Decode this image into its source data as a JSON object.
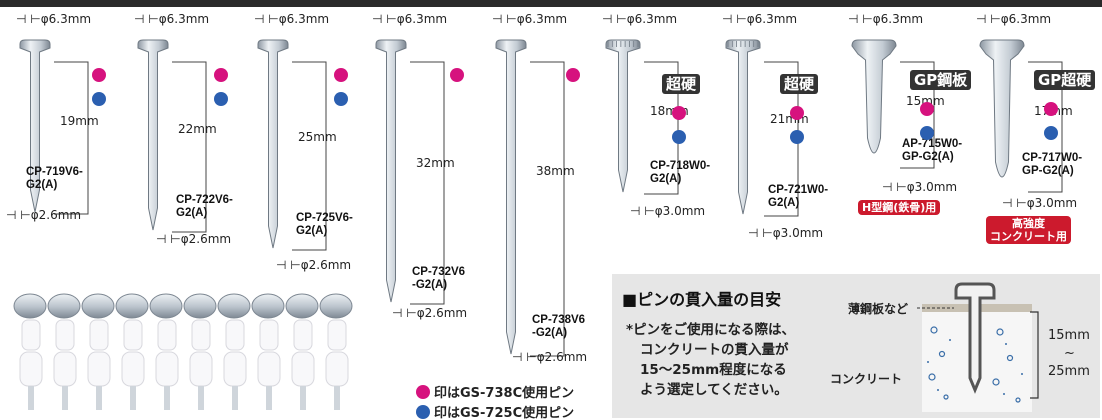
{
  "colors": {
    "dot_magenta": "#d6127e",
    "dot_blue": "#2b5fb0",
    "badge_dark": "#333333",
    "accent_red": "#cc1a2d",
    "steel_light": "#e4e9ee",
    "steel_dark": "#8d97a2",
    "panel_bg": "#e6e6e6"
  },
  "pins": [
    {
      "code": "CP-719V6-\nG2(A)",
      "head": "φ6.3mm",
      "length": "19mm",
      "shank": "φ2.6mm",
      "dots": [
        "magenta",
        "blue"
      ]
    },
    {
      "code": "CP-722V6-\nG2(A)",
      "head": "φ6.3mm",
      "length": "22mm",
      "shank": "φ2.6mm",
      "dots": [
        "magenta",
        "blue"
      ]
    },
    {
      "code": "CP-725V6-\nG2(A)",
      "head": "φ6.3mm",
      "length": "25mm",
      "shank": "φ2.6mm",
      "dots": [
        "magenta",
        "blue"
      ]
    },
    {
      "code": "CP-732V6\n-G2(A)",
      "head": "φ6.3mm",
      "length": "32mm",
      "shank": "φ2.6mm",
      "dots": [
        "magenta"
      ]
    },
    {
      "code": "CP-738V6\n-G2(A)",
      "head": "φ6.3mm",
      "length": "38mm",
      "shank": "φ2.6mm",
      "dots": [
        "magenta"
      ]
    },
    {
      "code": "CP-718W0-\nG2(A)",
      "head": "φ6.3mm",
      "length": "18mm",
      "shank": "φ3.0mm",
      "badge": "超硬",
      "dots": [
        "magenta",
        "blue"
      ]
    },
    {
      "code": "CP-721W0-\nG2(A)",
      "head": "φ6.3mm",
      "length": "21mm",
      "shank": "φ3.0mm",
      "badge": "超硬",
      "dots": [
        "magenta",
        "blue"
      ]
    },
    {
      "code": "AP-715W0-\nGP-G2(A)",
      "head": "φ6.3mm",
      "length": "15mm",
      "shank": "φ3.0mm",
      "badge": "GP鋼板",
      "note": "H型鋼(鉄骨)用",
      "dots": [
        "magenta",
        "blue"
      ]
    },
    {
      "code": "CP-717W0-\nGP-G2(A)",
      "head": "φ6.3mm",
      "length": "17mm",
      "shank": "φ3.0mm",
      "badge": "GP超硬",
      "note": "高強度\nコンクリート用",
      "dots": [
        "magenta",
        "blue"
      ]
    }
  ],
  "legend": [
    {
      "color": "magenta",
      "text": "印はGS-738C使用ピン"
    },
    {
      "color": "blue",
      "text": "印はGS-725C使用ピン"
    }
  ],
  "guide": {
    "title": "■ピンの貫入量の目安",
    "body": [
      "*ピンをご使用になる際は、",
      "コンクリートの貫入量が",
      "15～25mm程度になる",
      "よう選定してください。"
    ],
    "label_top": "薄鋼板など",
    "label_bottom": "コンクリート",
    "depth_from": "15mm",
    "depth_tilde": "~",
    "depth_to": "25mm"
  }
}
